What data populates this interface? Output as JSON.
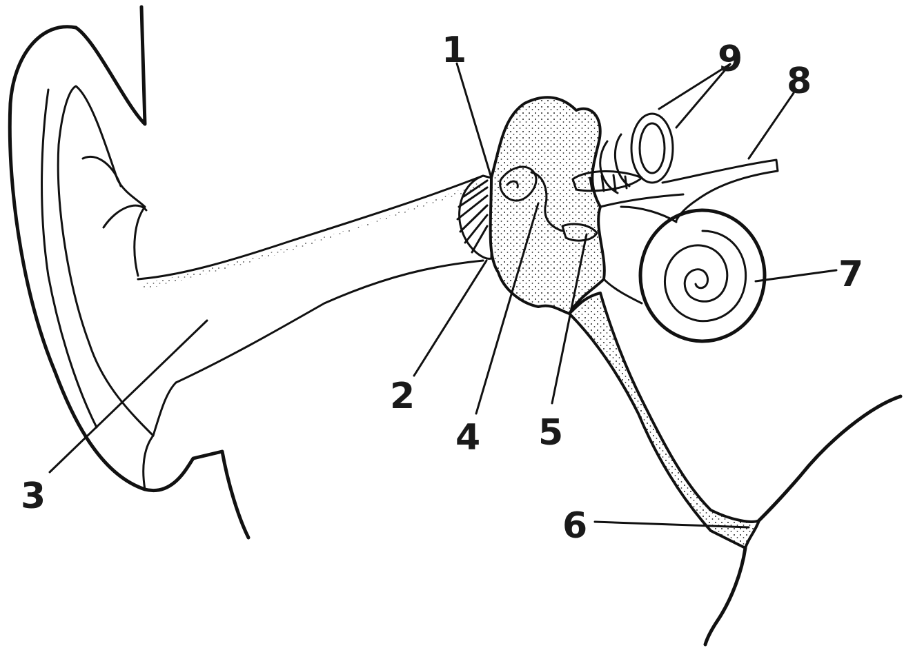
{
  "labels": {
    "l1": "1",
    "l2": "2",
    "l3": "3",
    "l4": "4",
    "l5": "5",
    "l6": "6",
    "l7": "7",
    "l8": "8",
    "l9": "9"
  },
  "colors": {
    "ink": "#111111",
    "paper": "#ffffff"
  }
}
